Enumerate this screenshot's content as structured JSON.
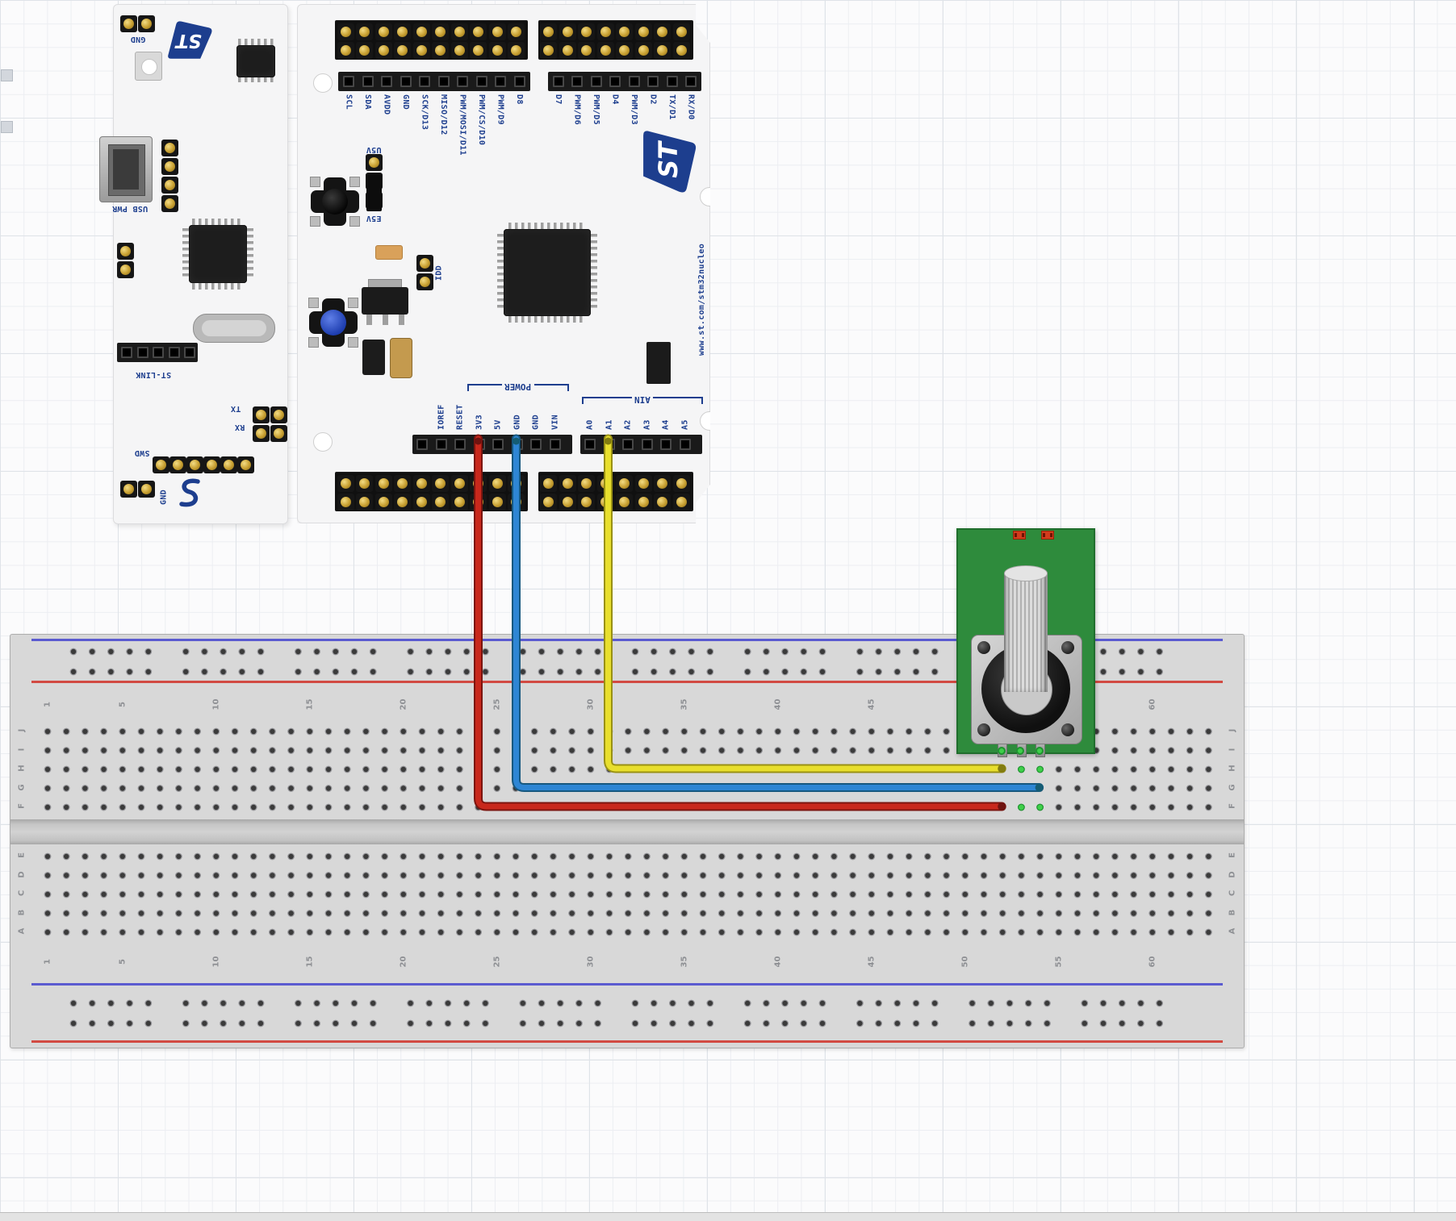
{
  "stlink_board": {
    "labels": {
      "gnd_top": "GND",
      "usb_pwr": "USB PWR",
      "st_link": "ST-LINK",
      "tx": "TX",
      "rx": "RX",
      "swd": "SWD",
      "gnd_bottom": "GND"
    }
  },
  "nucleo_board": {
    "url": "www.st.com/stm32nucleo",
    "digital_pins_left": [
      "SCL",
      "SDA",
      "AVDD",
      "GND",
      "SCK/D13",
      "MISO/D12",
      "PWM/MOSI/D11",
      "PWM/CS/D10",
      "PWM/D9",
      "D8"
    ],
    "digital_pins_right": [
      "D7",
      "PWM/D6",
      "PWM/D5",
      "D4",
      "PWM/D3",
      "D2",
      "TX/D1",
      "RX/D0"
    ],
    "jumper_labels": {
      "u5v": "U5V",
      "e5v": "E5V",
      "idd": "IDD"
    },
    "power_group_label": "POWER",
    "power_pins": [
      "IOREF",
      "RESET",
      "3V3",
      "5V",
      "GND",
      "GND",
      "VIN"
    ],
    "analog_group_label": "AIN",
    "analog_pins": [
      "A0",
      "A1",
      "A2",
      "A3",
      "A4",
      "A5"
    ]
  },
  "breadboard": {
    "row_letters_top_block": [
      "J",
      "I",
      "H",
      "G",
      "F"
    ],
    "row_letters_bottom_block": [
      "E",
      "D",
      "C",
      "B",
      "A"
    ],
    "column_labels": [
      "1",
      "5",
      "10",
      "15",
      "20",
      "25",
      "30",
      "35",
      "40",
      "45",
      "50",
      "55",
      "60"
    ],
    "rail_colors": {
      "positive": "#d24a42",
      "negative": "#5b5bd0"
    }
  },
  "wires": [
    {
      "id": "wire-3v3",
      "from_pin": "3V3",
      "color": "#c8281c",
      "outline": "#7c150f",
      "terminal": "#6f1310"
    },
    {
      "id": "wire-gnd",
      "from_pin": "GND",
      "color": "#2e86d4",
      "outline": "#17587f",
      "terminal": "#155d74"
    },
    {
      "id": "wire-a1",
      "from_pin": "A1",
      "color": "#e8df2d",
      "outline": "#999114",
      "terminal": "#827c10"
    }
  ],
  "colors": {
    "silkscreen": "#1d3e8e",
    "pcb_white": "#f5f5f6",
    "pcb_green": "#2e8b3c",
    "hole_highlight": "#3ecf49"
  }
}
